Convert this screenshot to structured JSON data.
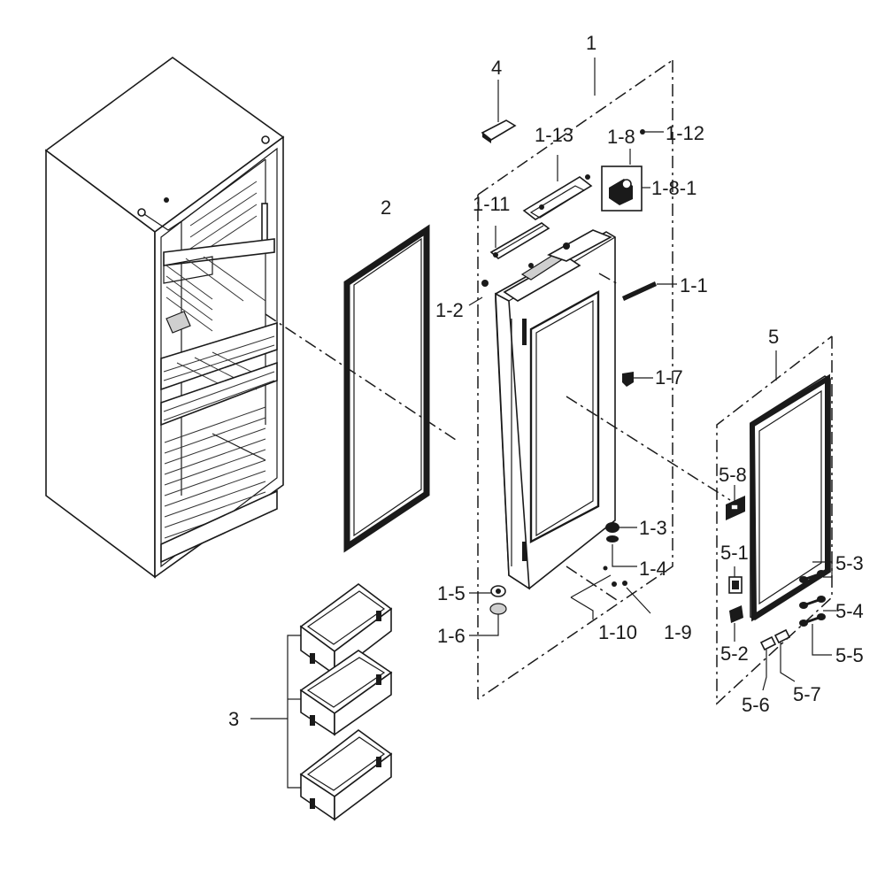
{
  "labels": {
    "l_1": "1",
    "l_1_1": "1-1",
    "l_1_2": "1-2",
    "l_1_3": "1-3",
    "l_1_4": "1-4",
    "l_1_5": "1-5",
    "l_1_6": "1-6",
    "l_1_7": "1-7",
    "l_1_8": "1-8",
    "l_1_8_1": "1-8-1",
    "l_1_9": "1-9",
    "l_1_10": "1-10",
    "l_1_11": "1-11",
    "l_1_12": "1-12",
    "l_1_13": "1-13",
    "l_2": "2",
    "l_3": "3",
    "l_4": "4",
    "l_5": "5",
    "l_5_1": "5-1",
    "l_5_2": "5-2",
    "l_5_3": "5-3",
    "l_5_4": "5-4",
    "l_5_5": "5-5",
    "l_5_6": "5-6",
    "l_5_7": "5-7",
    "l_5_8": "5-8"
  }
}
